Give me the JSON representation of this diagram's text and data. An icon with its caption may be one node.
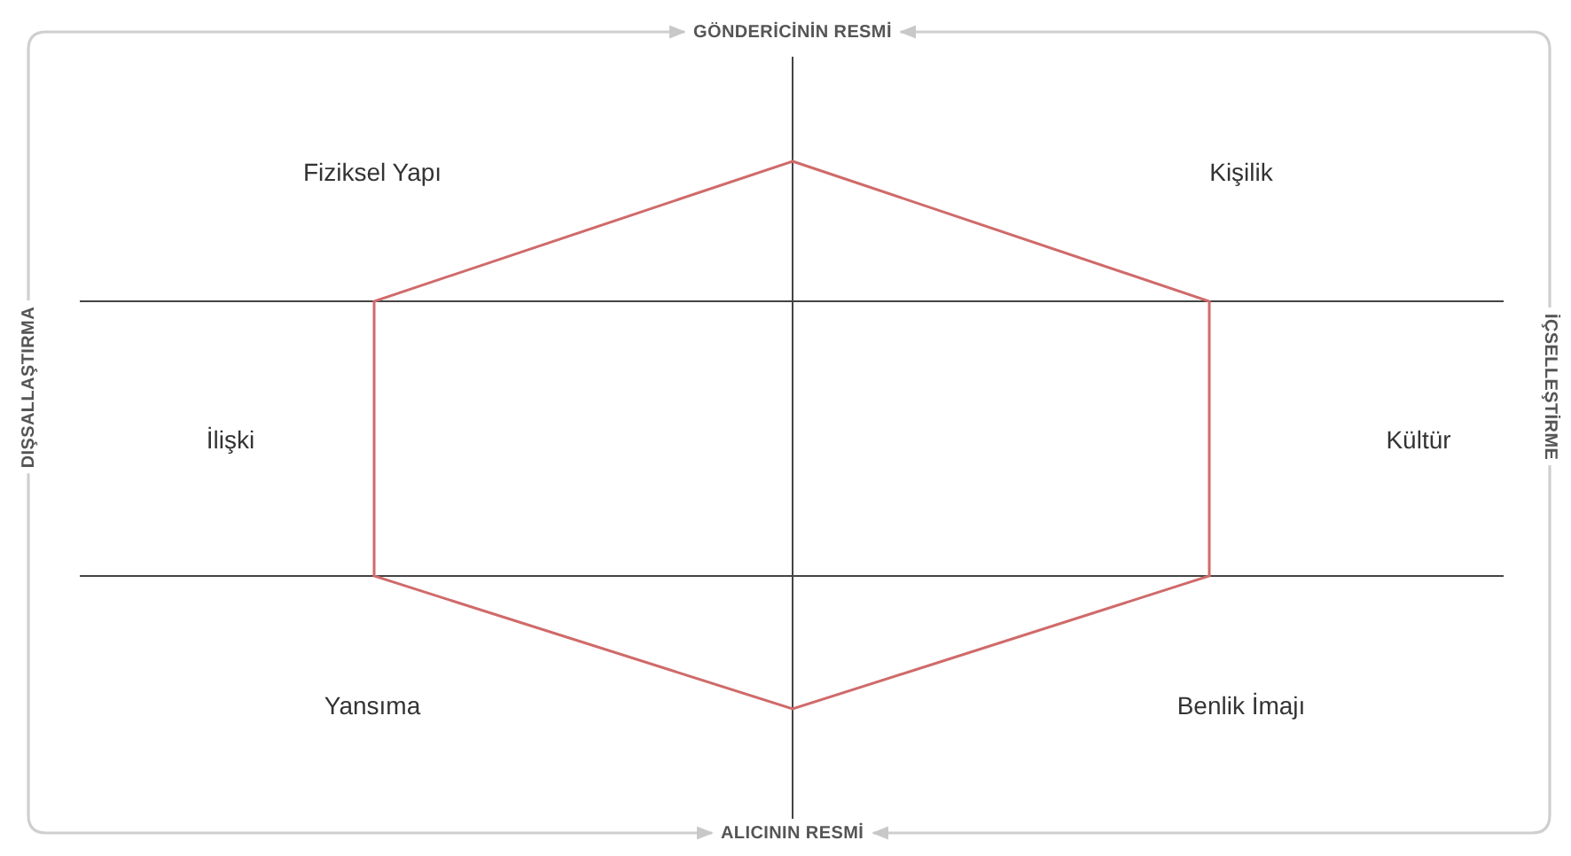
{
  "diagram": {
    "nodes": [
      {
        "text": [
          "GÖNDERİCİNİN RESMİ"
        ]
      },
      {
        "text": [
          "DIŞSALLAŞTIRMA"
        ]
      },
      {
        "text": [
          "İÇSELLEŞTİRME"
        ]
      },
      {
        "text": [
          "ALICININ RESMİ"
        ]
      }
    ],
    "edges": [
      {
        "from": 1,
        "to": 0,
        "arrow": "to"
      },
      {
        "from": 2,
        "to": 0,
        "arrow": "to"
      },
      {
        "from": 1,
        "to": 3,
        "arrow": "to"
      },
      {
        "from": 2,
        "to": 3,
        "arrow": "to"
      }
    ],
    "labels": [
      "Fiziksel Yapı",
      "Kişilik",
      "İlişki",
      "Kültür",
      "Yansıma",
      "Benlik İmajı"
    ]
  }
}
